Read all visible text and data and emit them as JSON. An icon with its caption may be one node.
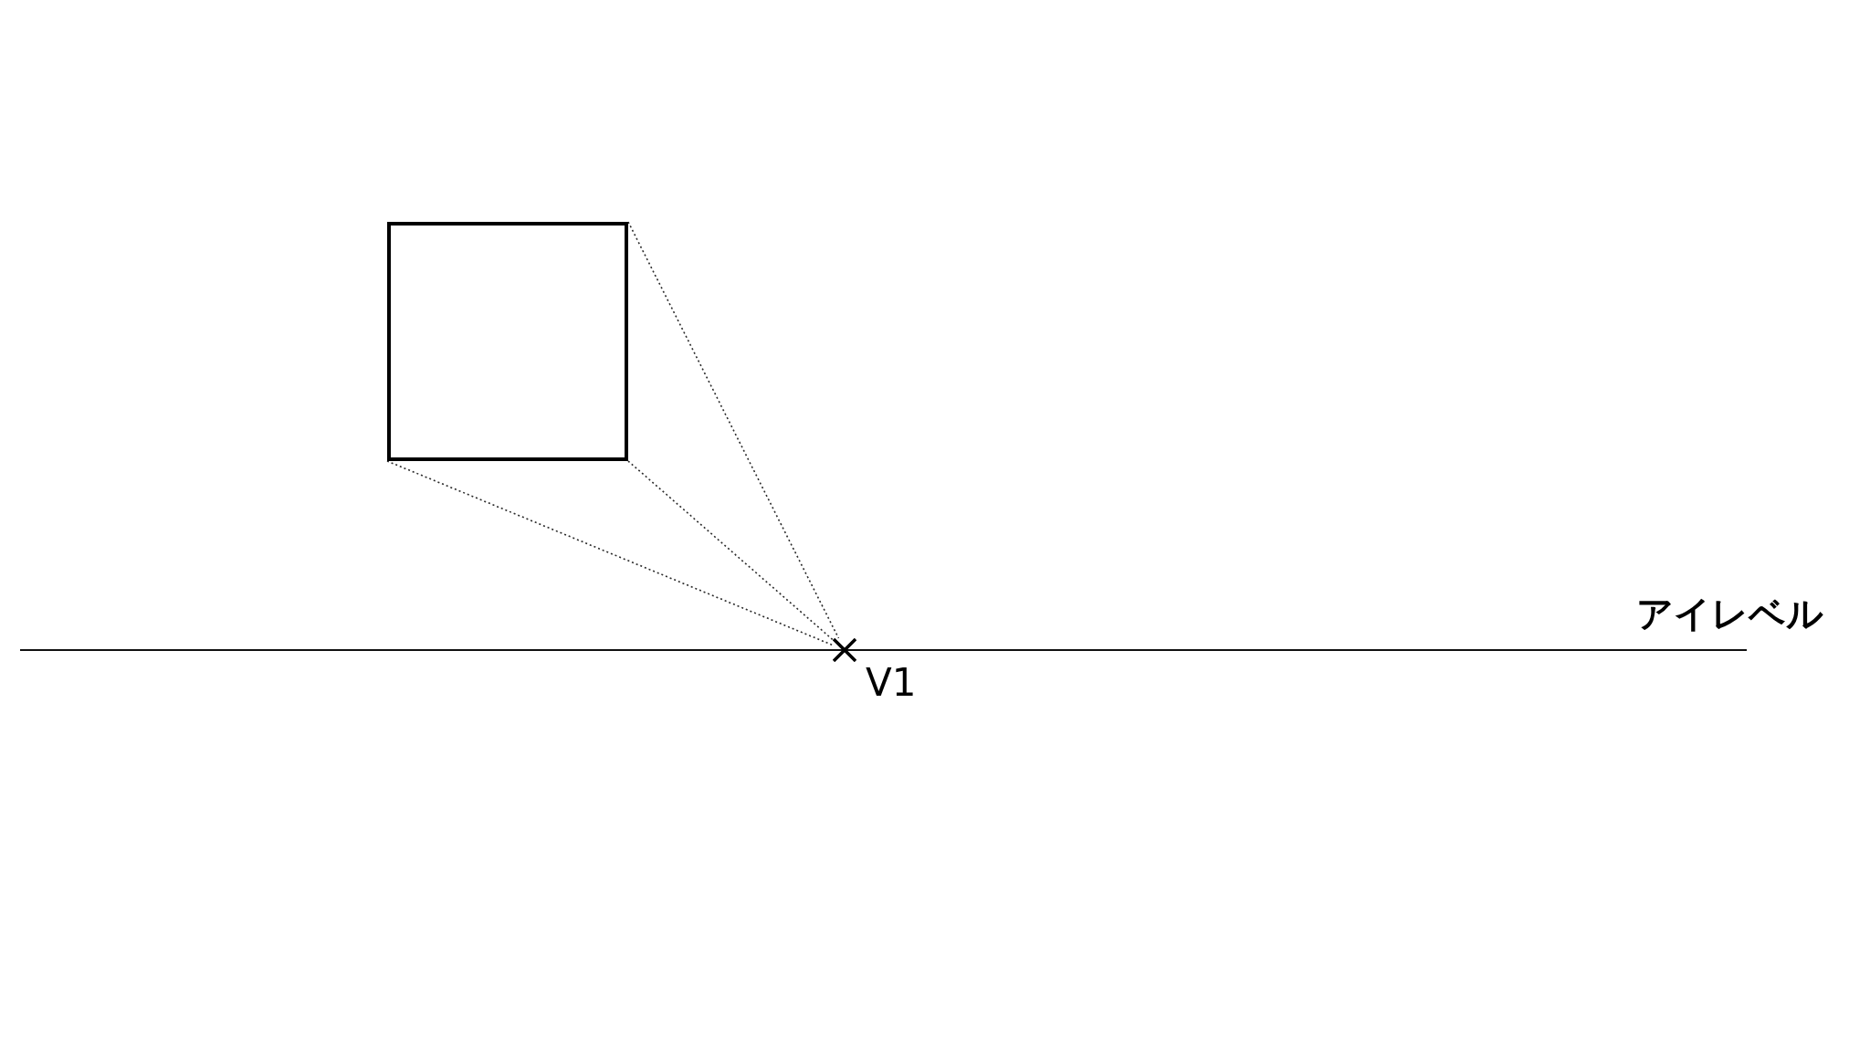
{
  "diagram": {
    "nodes": [
      {
        "text": [],
        "shape": "box"
      },
      {
        "text": [],
        "shape": "cross",
        "beside": [
          "V1"
        ]
      }
    ],
    "edges": [
      {
        "from": 0,
        "to": 1,
        "arrow": "none",
        "style": "dashed"
      },
      {
        "from": 0,
        "to": 1,
        "arrow": "none",
        "style": "dashed"
      },
      {
        "from": 0,
        "to": 1,
        "arrow": "none",
        "style": "dashed"
      }
    ],
    "labels": [
      "アイレベル"
    ]
  }
}
